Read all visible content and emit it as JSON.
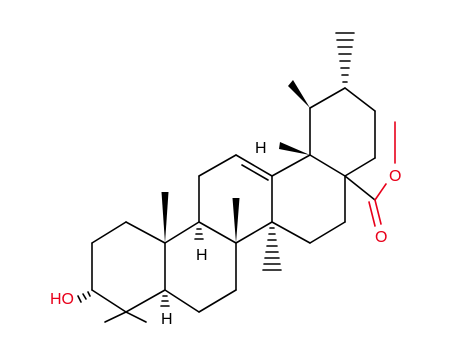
{
  "molecule": {
    "atom_labels": {
      "hydroxyl": "HO",
      "h_c18": "H",
      "h_c9": "H",
      "h_c5": "H",
      "ester_o_single": "O",
      "ester_o_double": "O"
    },
    "colors": {
      "bond": "#000000",
      "heteroatom": "#e8001a",
      "background": "#ffffff"
    }
  }
}
